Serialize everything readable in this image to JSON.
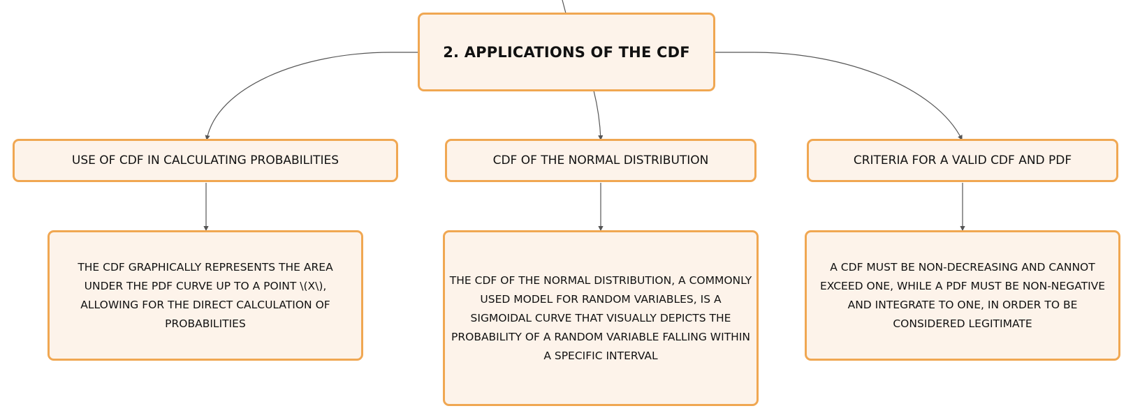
{
  "diagram": {
    "root": {
      "label": "2. APPLICATIONS OF THE CDF"
    },
    "branches": [
      {
        "label": "USE OF CDF IN CALCULATING PROBABILITIES",
        "detail": "THE CDF GRAPHICALLY REPRESENTS THE AREA UNDER THE PDF CURVE UP TO A POINT \\(X\\), ALLOWING FOR THE DIRECT CALCULATION OF PROBABILITIES"
      },
      {
        "label": "CDF OF THE NORMAL DISTRIBUTION",
        "detail": "THE CDF OF THE NORMAL DISTRIBUTION, A COMMONLY USED MODEL FOR RANDOM VARIABLES, IS A SIGMOIDAL CURVE THAT VISUALLY DEPICTS THE PROBABILITY OF A RANDOM VARIABLE FALLING WITHIN A SPECIFIC INTERVAL"
      },
      {
        "label": "CRITERIA FOR A VALID CDF AND PDF",
        "detail": "A CDF MUST BE NON-DECREASING AND CANNOT EXCEED ONE, WHILE A PDF MUST BE NON-NEGATIVE AND INTEGRATE TO ONE, IN ORDER TO BE CONSIDERED LEGITIMATE"
      }
    ],
    "colors": {
      "node_fill": "#fdf3ea",
      "node_border": "#f0a752",
      "connector": "#555555"
    }
  }
}
